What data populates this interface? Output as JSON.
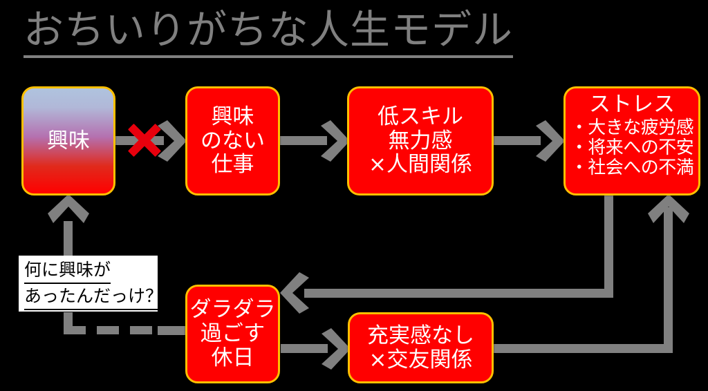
{
  "title": "おちいりがちな人生モデル",
  "colors": {
    "background": "#000000",
    "title_gray": "#808080",
    "node_fill": "#FF0000",
    "node_border": "#FFC000",
    "node_text": "#FFFFFF",
    "connector_gray": "#808080",
    "x_mark_red": "#E8000D",
    "callout_bg": "#FFFFFF",
    "callout_text": "#000000",
    "gradient_top": "#AFC3DE",
    "gradient_bottom": "#FF0000"
  },
  "nodes": {
    "interest": {
      "lines": [
        "興味"
      ]
    },
    "boring_job": {
      "lines": [
        "興味",
        "のない",
        "仕事"
      ]
    },
    "lowskill": {
      "lines": [
        "低スキル",
        "無力感",
        "×人間関係"
      ]
    },
    "stress": {
      "heading": "ストレス",
      "bullets": [
        "・大きな疲労感",
        "・将来への不安",
        "・社会への不満"
      ]
    },
    "lazy_holiday": {
      "lines": [
        "ダラダラ",
        "過ごす",
        "休日"
      ]
    },
    "no_fulfillment": {
      "lines": [
        "充実感なし",
        "×交友関係"
      ]
    }
  },
  "callout": {
    "lines": [
      "何に興味が",
      "あったんだっけ？"
    ]
  },
  "markers": {
    "blocked": "×"
  }
}
